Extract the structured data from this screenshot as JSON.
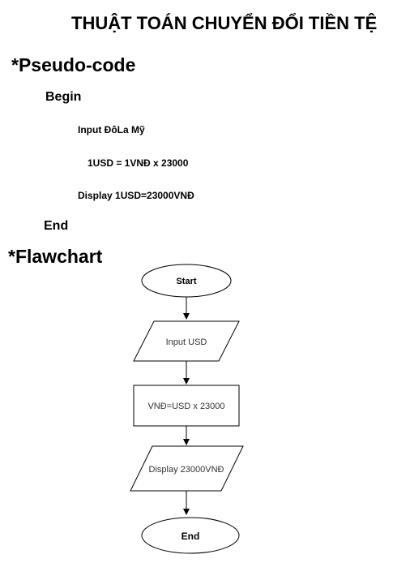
{
  "title": "THUẬT TOÁN CHUYỂN ĐỔI TIỀN TỆ",
  "pseudo": {
    "heading": "*Pseudo-code",
    "begin": "Begin",
    "lines": [
      "Input ĐôLa Mỹ",
      "1USD = 1VNĐ x 23000",
      "Display 1USD=23000VNĐ"
    ],
    "end": "End"
  },
  "flow": {
    "heading": "*Flawchart",
    "nodes": {
      "start": "Start",
      "input": "Input USD",
      "process": "VNĐ=USD x 23000",
      "display": "Display 23000VNĐ",
      "end": "End"
    }
  }
}
